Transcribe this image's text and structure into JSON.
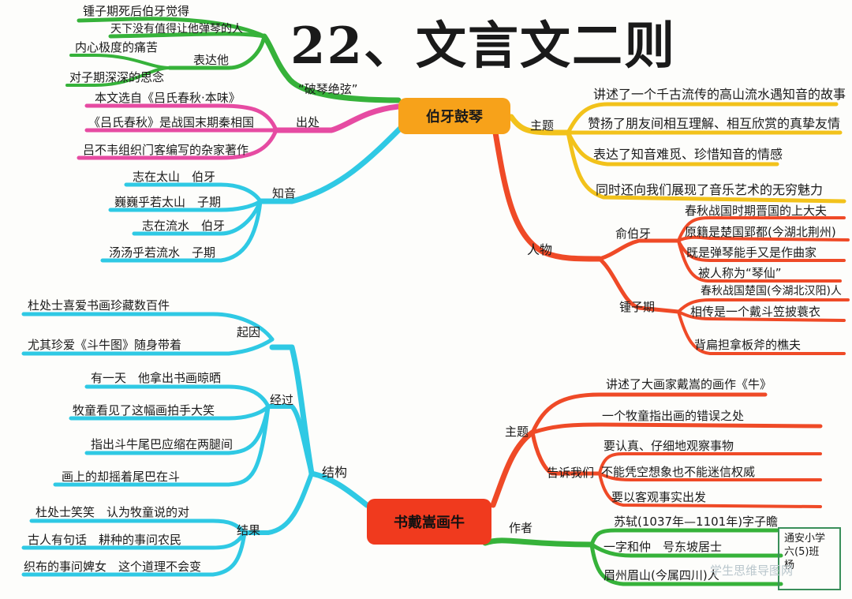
{
  "title": "22、文言文二则",
  "watermark": "学生思维导图网",
  "signature": {
    "line1": "通安小学",
    "line2": "六(5)班",
    "line3": "杨"
  },
  "colors": {
    "green": "#36b23a",
    "magenta": "#e64ba2",
    "cyan": "#2fc9e4",
    "yellow": "#f2c21b",
    "orange_red": "#ef4a27",
    "red_node": "#f03a1e",
    "orange_node": "#f7a21a"
  },
  "topic1": {
    "center": "伯牙鼓琴",
    "pojue": {
      "label": "“破琴绝弦”",
      "items": [
        "锺子期死后伯牙觉得",
        "天下没有值得让他弹琴的人"
      ],
      "express_label": "表达他",
      "express_items": [
        "内心极度的痛苦",
        "对子期深深的思念"
      ]
    },
    "source": {
      "label": "出处",
      "items": [
        "本文选自《吕氏春秋·本味》",
        "《吕氏春秋》是战国末期秦相国",
        "吕不韦组织门客编写的杂家著作"
      ]
    },
    "zhiyin": {
      "label": "知音",
      "items": [
        "志在太山　伯牙",
        "巍巍乎若太山　子期",
        "志在流水　伯牙",
        "汤汤乎若流水　子期"
      ]
    },
    "theme": {
      "label": "主题",
      "items": [
        "讲述了一个千古流传的高山流水遇知音的故事",
        "赞扬了朋友间相互理解、相互欣赏的真挚友情",
        "表达了知音难觅、珍惜知音的情感",
        "同时还向我们展现了音乐艺术的无穷魅力"
      ]
    },
    "people": {
      "label": "人物",
      "yu": {
        "name": "俞伯牙",
        "items": [
          "春秋战国时期晋国的上大夫",
          "原籍是楚国郢都(今湖北荆州)",
          "既是弹琴能手又是作曲家",
          "被人称为“琴仙”"
        ]
      },
      "zhong": {
        "name": "锺子期",
        "items": [
          "春秋战国楚国(今湖北汉阳)人",
          "相传是一个戴斗笠披蓑衣",
          "背扁担拿板斧的樵夫"
        ]
      }
    }
  },
  "topic2": {
    "center": "书戴嵩画牛",
    "structure": {
      "label": "结构",
      "cause": {
        "label": "起因",
        "items": [
          "杜处士喜爱书画珍藏数百件",
          "尤其珍爱《斗牛图》随身带着"
        ]
      },
      "process": {
        "label": "经过",
        "items": [
          "有一天　他拿出书画晾晒",
          "牧童看见了这幅画拍手大笑",
          "指出斗牛尾巴应缩在两腿间",
          "画上的却摇着尾巴在斗"
        ]
      },
      "result": {
        "label": "结果",
        "items": [
          "杜处士笑笑　认为牧童说的对",
          "古人有句话　耕种的事问农民",
          "织布的事问婢女　这个道理不会变"
        ]
      }
    },
    "theme": {
      "label": "主题",
      "items": [
        "讲述了大画家戴嵩的画作《牛》",
        "一个牧童指出画的错误之处"
      ],
      "tell_label": "告诉我们",
      "tell_items": [
        "要认真、仔细地观察事物",
        "不能凭空想象也不能迷信权威",
        "要以客观事实出发"
      ]
    },
    "author": {
      "label": "作者",
      "items": [
        "苏轼(1037年—1101年)字子瞻",
        "一字和仲　号东坡居士",
        "眉州眉山(今属四川)人"
      ]
    }
  }
}
